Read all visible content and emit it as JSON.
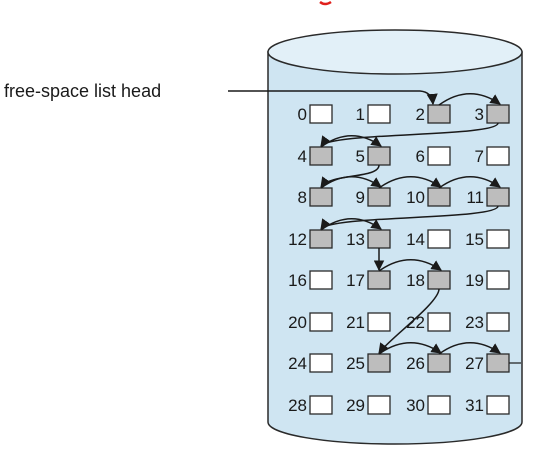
{
  "diagram": {
    "head_label": "free-space list head",
    "blocks": [
      {
        "n": "0",
        "free": false
      },
      {
        "n": "1",
        "free": false
      },
      {
        "n": "2",
        "free": true
      },
      {
        "n": "3",
        "free": true
      },
      {
        "n": "4",
        "free": true
      },
      {
        "n": "5",
        "free": true
      },
      {
        "n": "6",
        "free": false
      },
      {
        "n": "7",
        "free": false
      },
      {
        "n": "8",
        "free": true
      },
      {
        "n": "9",
        "free": true
      },
      {
        "n": "10",
        "free": true
      },
      {
        "n": "11",
        "free": true
      },
      {
        "n": "12",
        "free": true
      },
      {
        "n": "13",
        "free": true
      },
      {
        "n": "14",
        "free": false
      },
      {
        "n": "15",
        "free": false
      },
      {
        "n": "16",
        "free": false
      },
      {
        "n": "17",
        "free": true
      },
      {
        "n": "18",
        "free": true
      },
      {
        "n": "19",
        "free": false
      },
      {
        "n": "20",
        "free": false
      },
      {
        "n": "21",
        "free": false
      },
      {
        "n": "22",
        "free": false
      },
      {
        "n": "23",
        "free": false
      },
      {
        "n": "24",
        "free": false
      },
      {
        "n": "25",
        "free": true
      },
      {
        "n": "26",
        "free": true
      },
      {
        "n": "27",
        "free": true
      },
      {
        "n": "28",
        "free": false
      },
      {
        "n": "29",
        "free": false
      },
      {
        "n": "30",
        "free": false
      },
      {
        "n": "31",
        "free": false
      }
    ],
    "links": [
      [
        2,
        3
      ],
      [
        3,
        4
      ],
      [
        4,
        5
      ],
      [
        5,
        8
      ],
      [
        8,
        9
      ],
      [
        9,
        10
      ],
      [
        10,
        11
      ],
      [
        11,
        12
      ],
      [
        12,
        13
      ],
      [
        13,
        17
      ],
      [
        17,
        18
      ],
      [
        18,
        25
      ],
      [
        25,
        26
      ],
      [
        26,
        27
      ]
    ],
    "colors": {
      "cylinder_fill": "#cfe5f2",
      "cylinder_top": "#e2f0f8",
      "outline": "#2a2a2a",
      "free_block": "#bdbdbd",
      "used_block": "#ffffff",
      "accent_mark": "#e0201c"
    }
  }
}
